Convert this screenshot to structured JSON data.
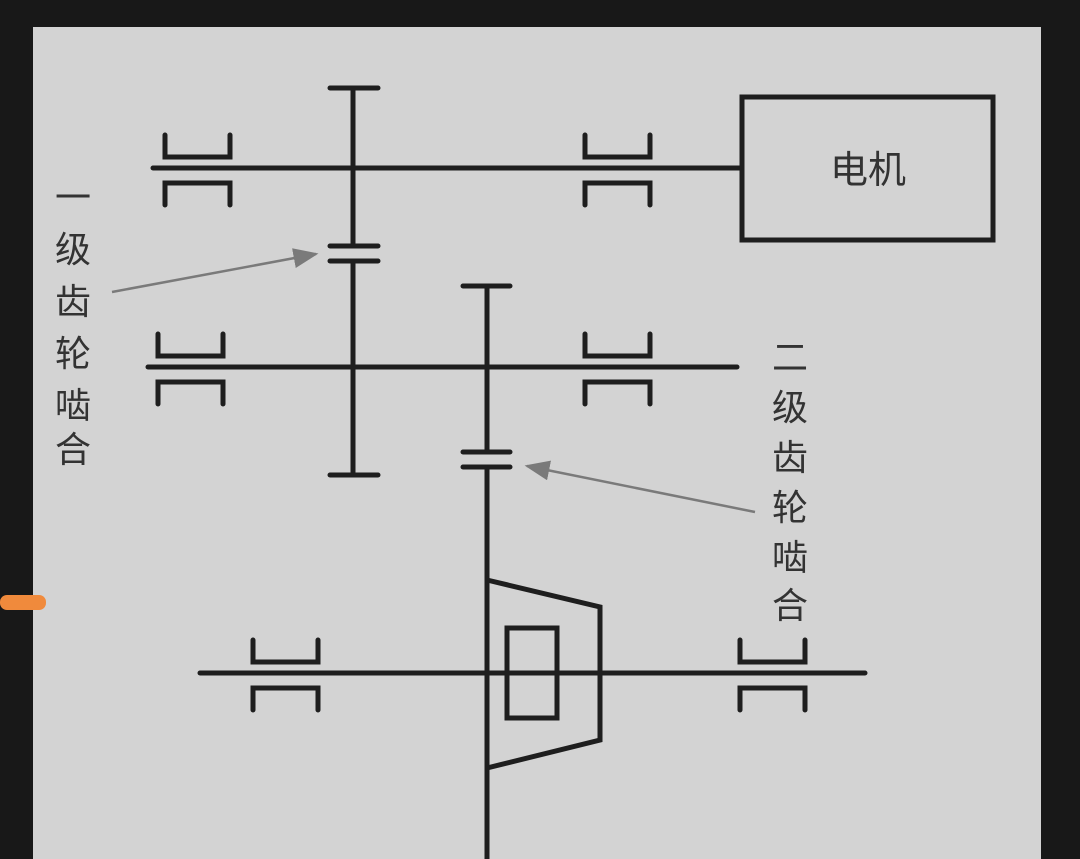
{
  "diagram": {
    "motor_label": "电机",
    "first_stage_label": [
      "一",
      "级",
      "齿",
      "轮",
      "啮",
      "合"
    ],
    "second_stage_label": [
      "二",
      "级",
      "齿",
      "轮",
      "啮",
      "合"
    ],
    "colors": {
      "background": "#181818",
      "panel": "#d3d3d3",
      "line": "#1e1e1e",
      "arrow": "#7a7a7a",
      "accent": "#f08a3c"
    }
  }
}
